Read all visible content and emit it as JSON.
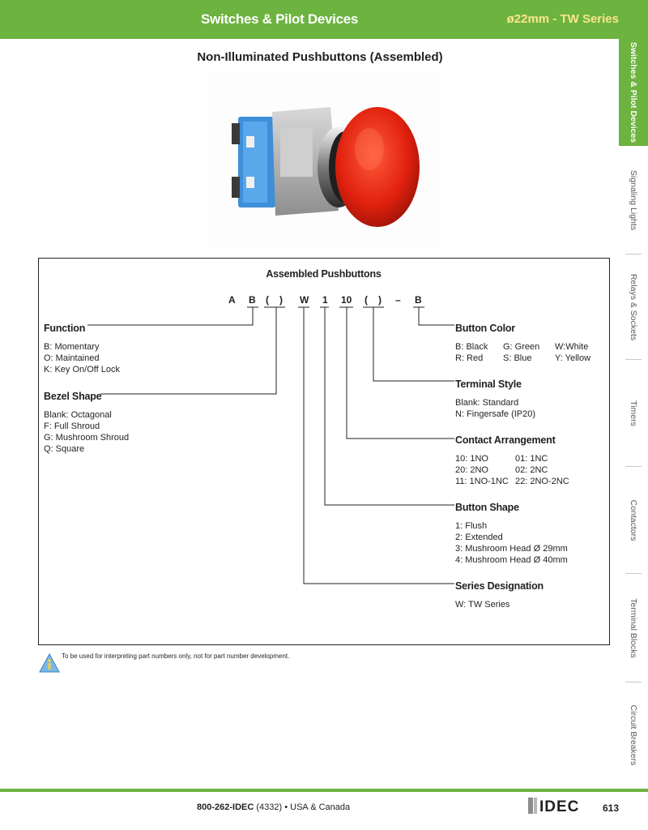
{
  "header": {
    "title": "Switches & Pilot Devices",
    "series": "ø22mm - TW Series"
  },
  "page_title": "Non-Illuminated Pushbuttons (Assembled)",
  "side_tabs": [
    {
      "label": "Switches & Pilot Devices",
      "active": true
    },
    {
      "label": "Signaling Lights",
      "active": false
    },
    {
      "label": "Relays & Sockets",
      "active": false
    },
    {
      "label": "Timers",
      "active": false
    },
    {
      "label": "Contactors",
      "active": false
    },
    {
      "label": "Terminal Blocks",
      "active": false
    },
    {
      "label": "Circuit Breakers",
      "active": false
    }
  ],
  "diagram": {
    "heading": "Assembled Pushbuttons",
    "code": [
      "A",
      "B",
      "(",
      ")",
      "W",
      "1",
      "10",
      "(",
      ")",
      "–",
      "B"
    ],
    "function": {
      "title": "Function",
      "lines": [
        "B:  Momentary",
        "O:  Maintained",
        "K:  Key On/Off Lock"
      ]
    },
    "bezel": {
      "title": "Bezel Shape",
      "lines": [
        "Blank: Octagonal",
        "F:  Full Shroud",
        "G:  Mushroom Shroud",
        "Q:  Square"
      ]
    },
    "color": {
      "title": "Button Color",
      "rows": [
        [
          "B:  Black",
          "G:  Green",
          "W:White"
        ],
        [
          "R:  Red",
          "S:  Blue",
          "Y:  Yellow"
        ]
      ]
    },
    "terminal": {
      "title": "Terminal Style",
      "lines": [
        "Blank:  Standard",
        "N:  Fingersafe (IP20)"
      ]
    },
    "contact": {
      "title": "Contact Arrangement",
      "rows": [
        [
          "10:  1NO",
          "01:  1NC"
        ],
        [
          "20:  2NO",
          "02:  2NC"
        ],
        [
          "11:  1NO-1NC",
          "22:  2NO-2NC"
        ]
      ]
    },
    "shape": {
      "title": "Button Shape",
      "lines": [
        "1:  Flush",
        "2:  Extended",
        "3:  Mushroom Head Ø 29mm",
        "4:  Mushroom Head Ø 40mm"
      ]
    },
    "series": {
      "title": "Series Designation",
      "lines": [
        "W: TW Series"
      ]
    }
  },
  "note": "To be used for interpreting part numbers only, not for part number development.",
  "footer": {
    "phone_bold": "800-262-IDEC",
    "phone_rest": " (4332) • USA & Canada",
    "logo": "IDEC",
    "page_number": "613"
  }
}
